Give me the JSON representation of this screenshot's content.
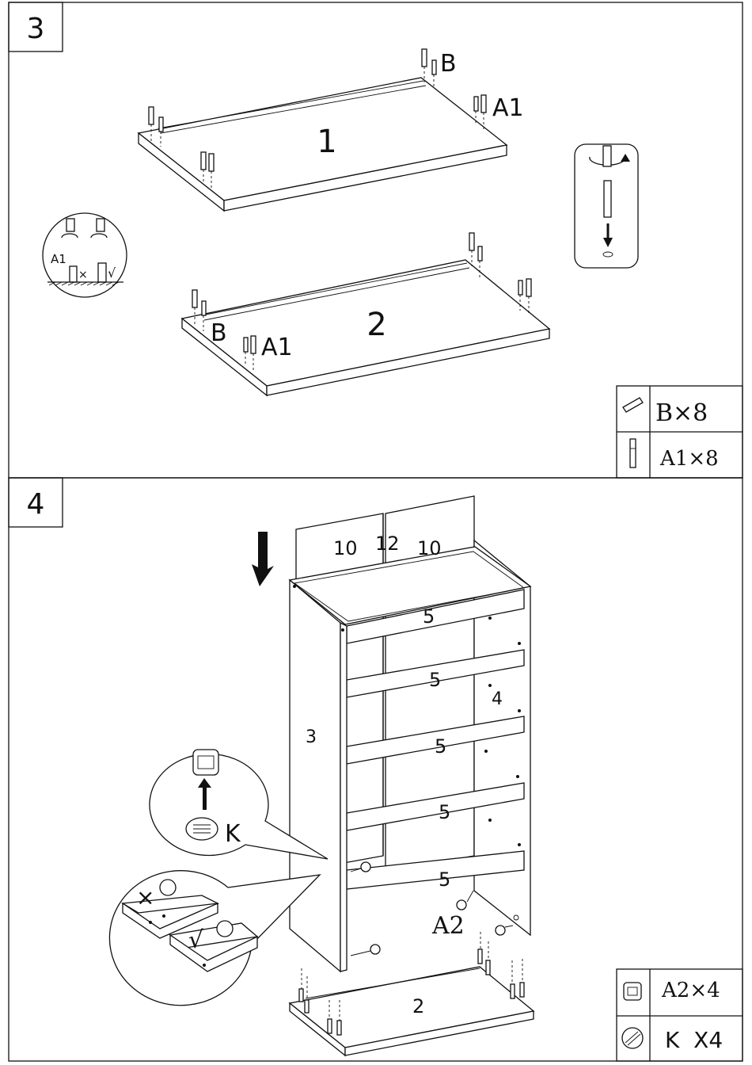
{
  "steps": [
    {
      "number": "3",
      "panels": [
        "1",
        "2"
      ],
      "callouts": {
        "b_top": "B",
        "a1_top": "A1",
        "b_bottom": "B",
        "a1_bottom": "A1"
      },
      "detail": {
        "label": "A1",
        "wrong": "×",
        "right": "√"
      },
      "parts": [
        {
          "icon": "wood-dowel-icon",
          "text": "B×8"
        },
        {
          "icon": "cam-bolt-icon",
          "text": "A1×8"
        }
      ]
    },
    {
      "number": "4",
      "panels": {
        "door_left": "10",
        "divider": "12",
        "door_right": "10",
        "side_left": "3",
        "side_right": "4",
        "bottom": "2",
        "shelves": [
          "5",
          "5",
          "5",
          "5",
          "5"
        ]
      },
      "callouts": {
        "a2": "A2",
        "k": "K",
        "wrong": "×",
        "right": "√"
      },
      "parts": [
        {
          "icon": "cam-lock-icon",
          "text": "A2×4"
        },
        {
          "icon": "cap-cover-icon",
          "text": "K  X4"
        }
      ]
    }
  ]
}
